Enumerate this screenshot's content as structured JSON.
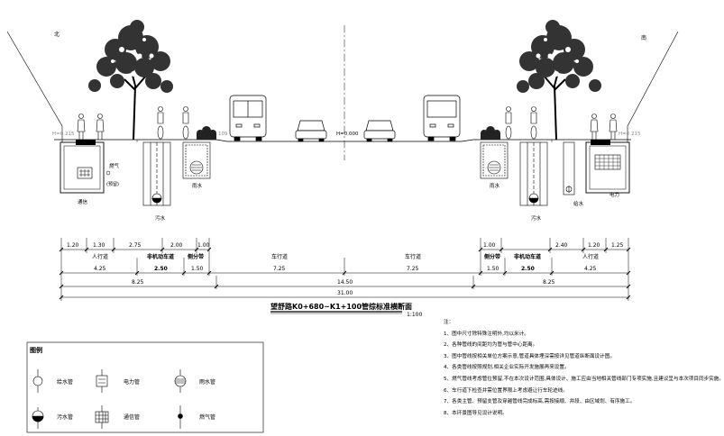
{
  "title": "望舒路K0+680~K1+100管综标准横断面",
  "scale": "1:100",
  "north_left": "北",
  "south_right": "南",
  "elevations": {
    "left": "H=0.215",
    "left_inner": "H=0.109",
    "center": "H=0.000",
    "right": "H=0.215"
  },
  "pipe_labels": {
    "telecom": "通信",
    "gas": "燃气",
    "gas_note": "(预留)",
    "sewage_left": "污水",
    "rain_left": "雨水",
    "rain_right": "雨水",
    "sewage_right": "污水",
    "water_supply": "给水",
    "power": "电力"
  },
  "dims_row1": [
    "1.20",
    "1.30",
    "2.75",
    "2.00",
    "1.00",
    "1.00",
    "2.40",
    "1.20",
    "1.25"
  ],
  "zones_row": [
    "人行道",
    "非机动车道",
    "侧分带",
    "车行道",
    "车行道",
    "侧分带",
    "非机动车道",
    "人行道"
  ],
  "dims_row2": [
    "4.25",
    "2.50",
    "1.50",
    "7.25",
    "7.25",
    "1.50",
    "2.50",
    "4.25"
  ],
  "dims_row3": [
    "8.25",
    "14.50",
    "8.25"
  ],
  "dims_total": "31.00",
  "legend": {
    "title": "图例",
    "items": [
      "给水管",
      "电力管",
      "雨水管",
      "污水管",
      "通信管",
      "燃气管"
    ]
  },
  "notes_label": "注：",
  "notes": [
    "1、图中尺寸除特殊注明外,均以米计。",
    "2、各种管线的间距均为管与管中心距离。",
    "3、图中管线按相关单位方案示意,管道具体埋深需按详见管道纵断面设计图。",
    "4、各类管线按照规划,相关企业实际开发施展再来设置。",
    "5、燃气管线考虑管位预留,不在本次设计范围,具体设计、施工应由当地相关管线部门专项实施,且建议呈与本次项目同步实施。",
    "6、车行道下检查井需位置界限上考虑避让行车轮迹线。",
    "7、各类主管、预留支管及穿越管线完成标高,需按接顺、井段、由区域划、有序施工。",
    "8、本环景图导见设计说明。"
  ]
}
